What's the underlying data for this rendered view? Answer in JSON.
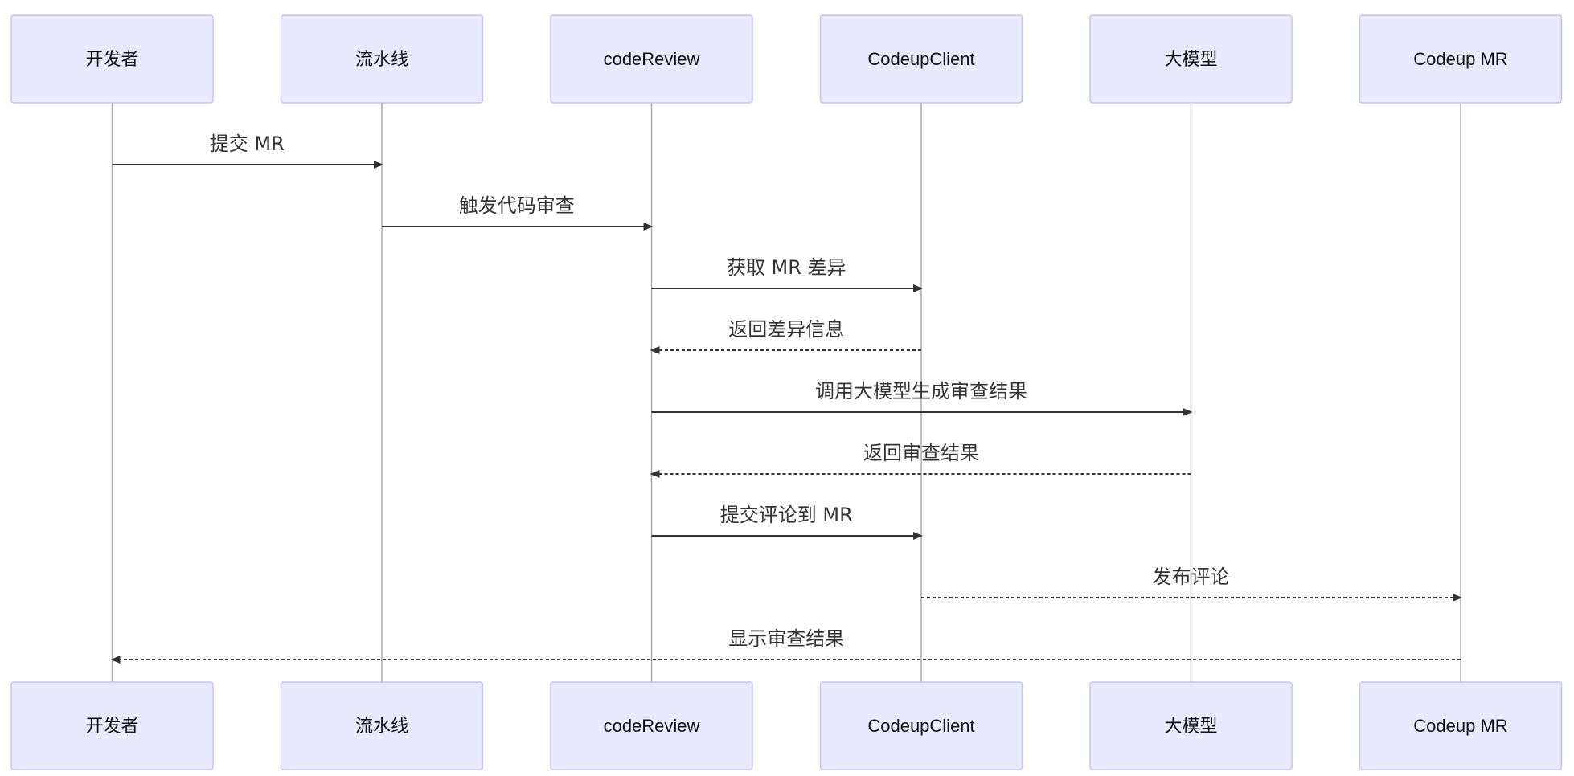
{
  "participants": [
    {
      "id": "dev",
      "label": "开发者"
    },
    {
      "id": "pipeline",
      "label": "流水线"
    },
    {
      "id": "review",
      "label": "codeReview"
    },
    {
      "id": "client",
      "label": "CodeupClient"
    },
    {
      "id": "llm",
      "label": "大模型"
    },
    {
      "id": "mr",
      "label": "Codeup MR"
    }
  ],
  "messages": [
    {
      "from": "dev",
      "to": "pipeline",
      "label": "提交 MR",
      "style": "solid"
    },
    {
      "from": "pipeline",
      "to": "review",
      "label": "触发代码审查",
      "style": "solid"
    },
    {
      "from": "review",
      "to": "client",
      "label": "获取 MR 差异",
      "style": "solid"
    },
    {
      "from": "client",
      "to": "review",
      "label": "返回差异信息",
      "style": "dashed"
    },
    {
      "from": "review",
      "to": "llm",
      "label": "调用大模型生成审查结果",
      "style": "solid"
    },
    {
      "from": "llm",
      "to": "review",
      "label": "返回审查结果",
      "style": "dashed"
    },
    {
      "from": "review",
      "to": "client",
      "label": "提交评论到 MR",
      "style": "solid"
    },
    {
      "from": "client",
      "to": "mr",
      "label": "发布评论",
      "style": "dashed"
    },
    {
      "from": "mr",
      "to": "dev",
      "label": "显示审查结果",
      "style": "dashed"
    }
  ],
  "colors": {
    "actor_fill": "#eaeaff",
    "actor_border": "#c9c3f0",
    "lifeline": "#aaaaaa",
    "message": "#333333",
    "text": "#111111"
  }
}
